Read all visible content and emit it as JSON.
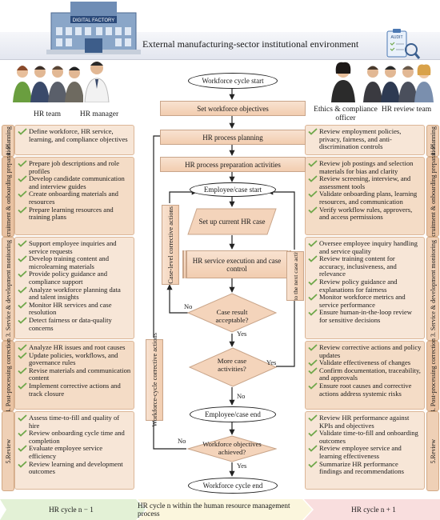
{
  "header": {
    "environment": "External manufacturing-sector institutional environment",
    "factory_sign": "DIGITAL FACTORY",
    "audit_label": "AUDIT"
  },
  "roles": {
    "hr_team": "HR team",
    "hr_manager": "HR manager",
    "ethics": "Ethics & compliance officer",
    "review_team": "HR review team"
  },
  "left_phases": [
    {
      "label": "1. Planning",
      "items": [
        "Define workforce, HR service, learning, and compliance objectives"
      ]
    },
    {
      "label": "2. Recruitment & onboarding preparation",
      "items": [
        "Prepare job descriptions and role profiles",
        "Develop candidate communication and interview guides",
        "Create onboarding materials and resources",
        "Prepare learning resources and training plans"
      ]
    },
    {
      "label": "3. Service & development monitoring",
      "items": [
        "Support employee inquiries and service requests",
        "Develop training content and microlearning materials",
        "Provide policy guidance and compliance support",
        "Analyze workforce planning data and talent insights",
        "Monitor HR services and case resolution",
        "Detect fairness or data-quality concerns"
      ]
    },
    {
      "label": "4. Post-processing correction",
      "items": [
        "Analyze HR issues and root causes",
        "Update policies, workflows, and governance rules",
        "Revise materials and communication content",
        "Implement corrective actions and track closure"
      ]
    },
    {
      "label": "5.Review",
      "items": [
        "Assess time-to-fill and quality of hire",
        "Review onboarding cycle time and completion",
        "Evaluate employee service efficiency",
        "Review learning and development outcomes"
      ]
    }
  ],
  "right_phases": [
    {
      "label": "1. Planning",
      "items": [
        "Review employment policies, privacy, fairness, and anti-discrimination controls"
      ]
    },
    {
      "label": "2. Recruitment & onboarding preparation",
      "items": [
        "Review job postings and selection materials for bias and clarity",
        "Review screening, interview, and assessment tools",
        "Validate onboarding plans, learning resources, and communication",
        "Verify workflow rules, approvers, and access permissions"
      ]
    },
    {
      "label": "3. Service & development monitoring",
      "items": [
        "Oversee employee inquiry handling and service quality",
        "Review training content for accuracy, inclusiveness, and relevance",
        "Review policy guidance and explanations for fairness",
        "Monitor workforce metrics and service performance",
        "Ensure human-in-the-loop review for sensitive decisions"
      ]
    },
    {
      "label": "4. Post-processing correction",
      "items": [
        "Review corrective actions and policy updates",
        "Validate effectiveness of changes",
        "Confirm documentation, traceability, and approvals",
        "Ensure root causes and corrective actions address systemic risks"
      ]
    },
    {
      "label": "5.Review",
      "items": [
        "Review HR performance against KPIs and objectives",
        "Validate time-to-fill and onboarding outcomes",
        "Review employee service and learning effectiveness",
        "Summarize HR performance findings and recommendations"
      ]
    }
  ],
  "flow": {
    "start": "Workforce cycle start",
    "set_objectives": "Set workforce objectives",
    "process_planning": "HR process planning",
    "prep_activities": "HR process preparation activities",
    "case_start": "Employee/case start",
    "setup_case": "Set up current HR case",
    "execution": "HR service execution and case control",
    "case_acceptable": "Case result acceptable?",
    "more_activities": "More case activities?",
    "case_end": "Employee/case end",
    "objectives_achieved": "Workforce objectives achieved?",
    "end": "Workforce cycle end",
    "case_corrective": "Case-level corrective actions",
    "next_activity": "Go to the next case activity",
    "cycle_corrective": "Workforce-cycle corrective actions",
    "yes": "Yes",
    "no": "No"
  },
  "bottom": {
    "prev": "HR cycle n − 1",
    "current": "HR cycle n within the human resource management process",
    "next": "HR cycle n + 1"
  },
  "colors": {
    "phase_left_light": "#f6e7da",
    "phase_right_light": "#f6e7da",
    "tab": "#e9c2a2",
    "box_fill": "#f4d4bb",
    "check": "#6fa74a",
    "bottom_prev": "#e3f1d6",
    "bottom_current": "#fbf6dd",
    "bottom_next": "#f9dede"
  }
}
